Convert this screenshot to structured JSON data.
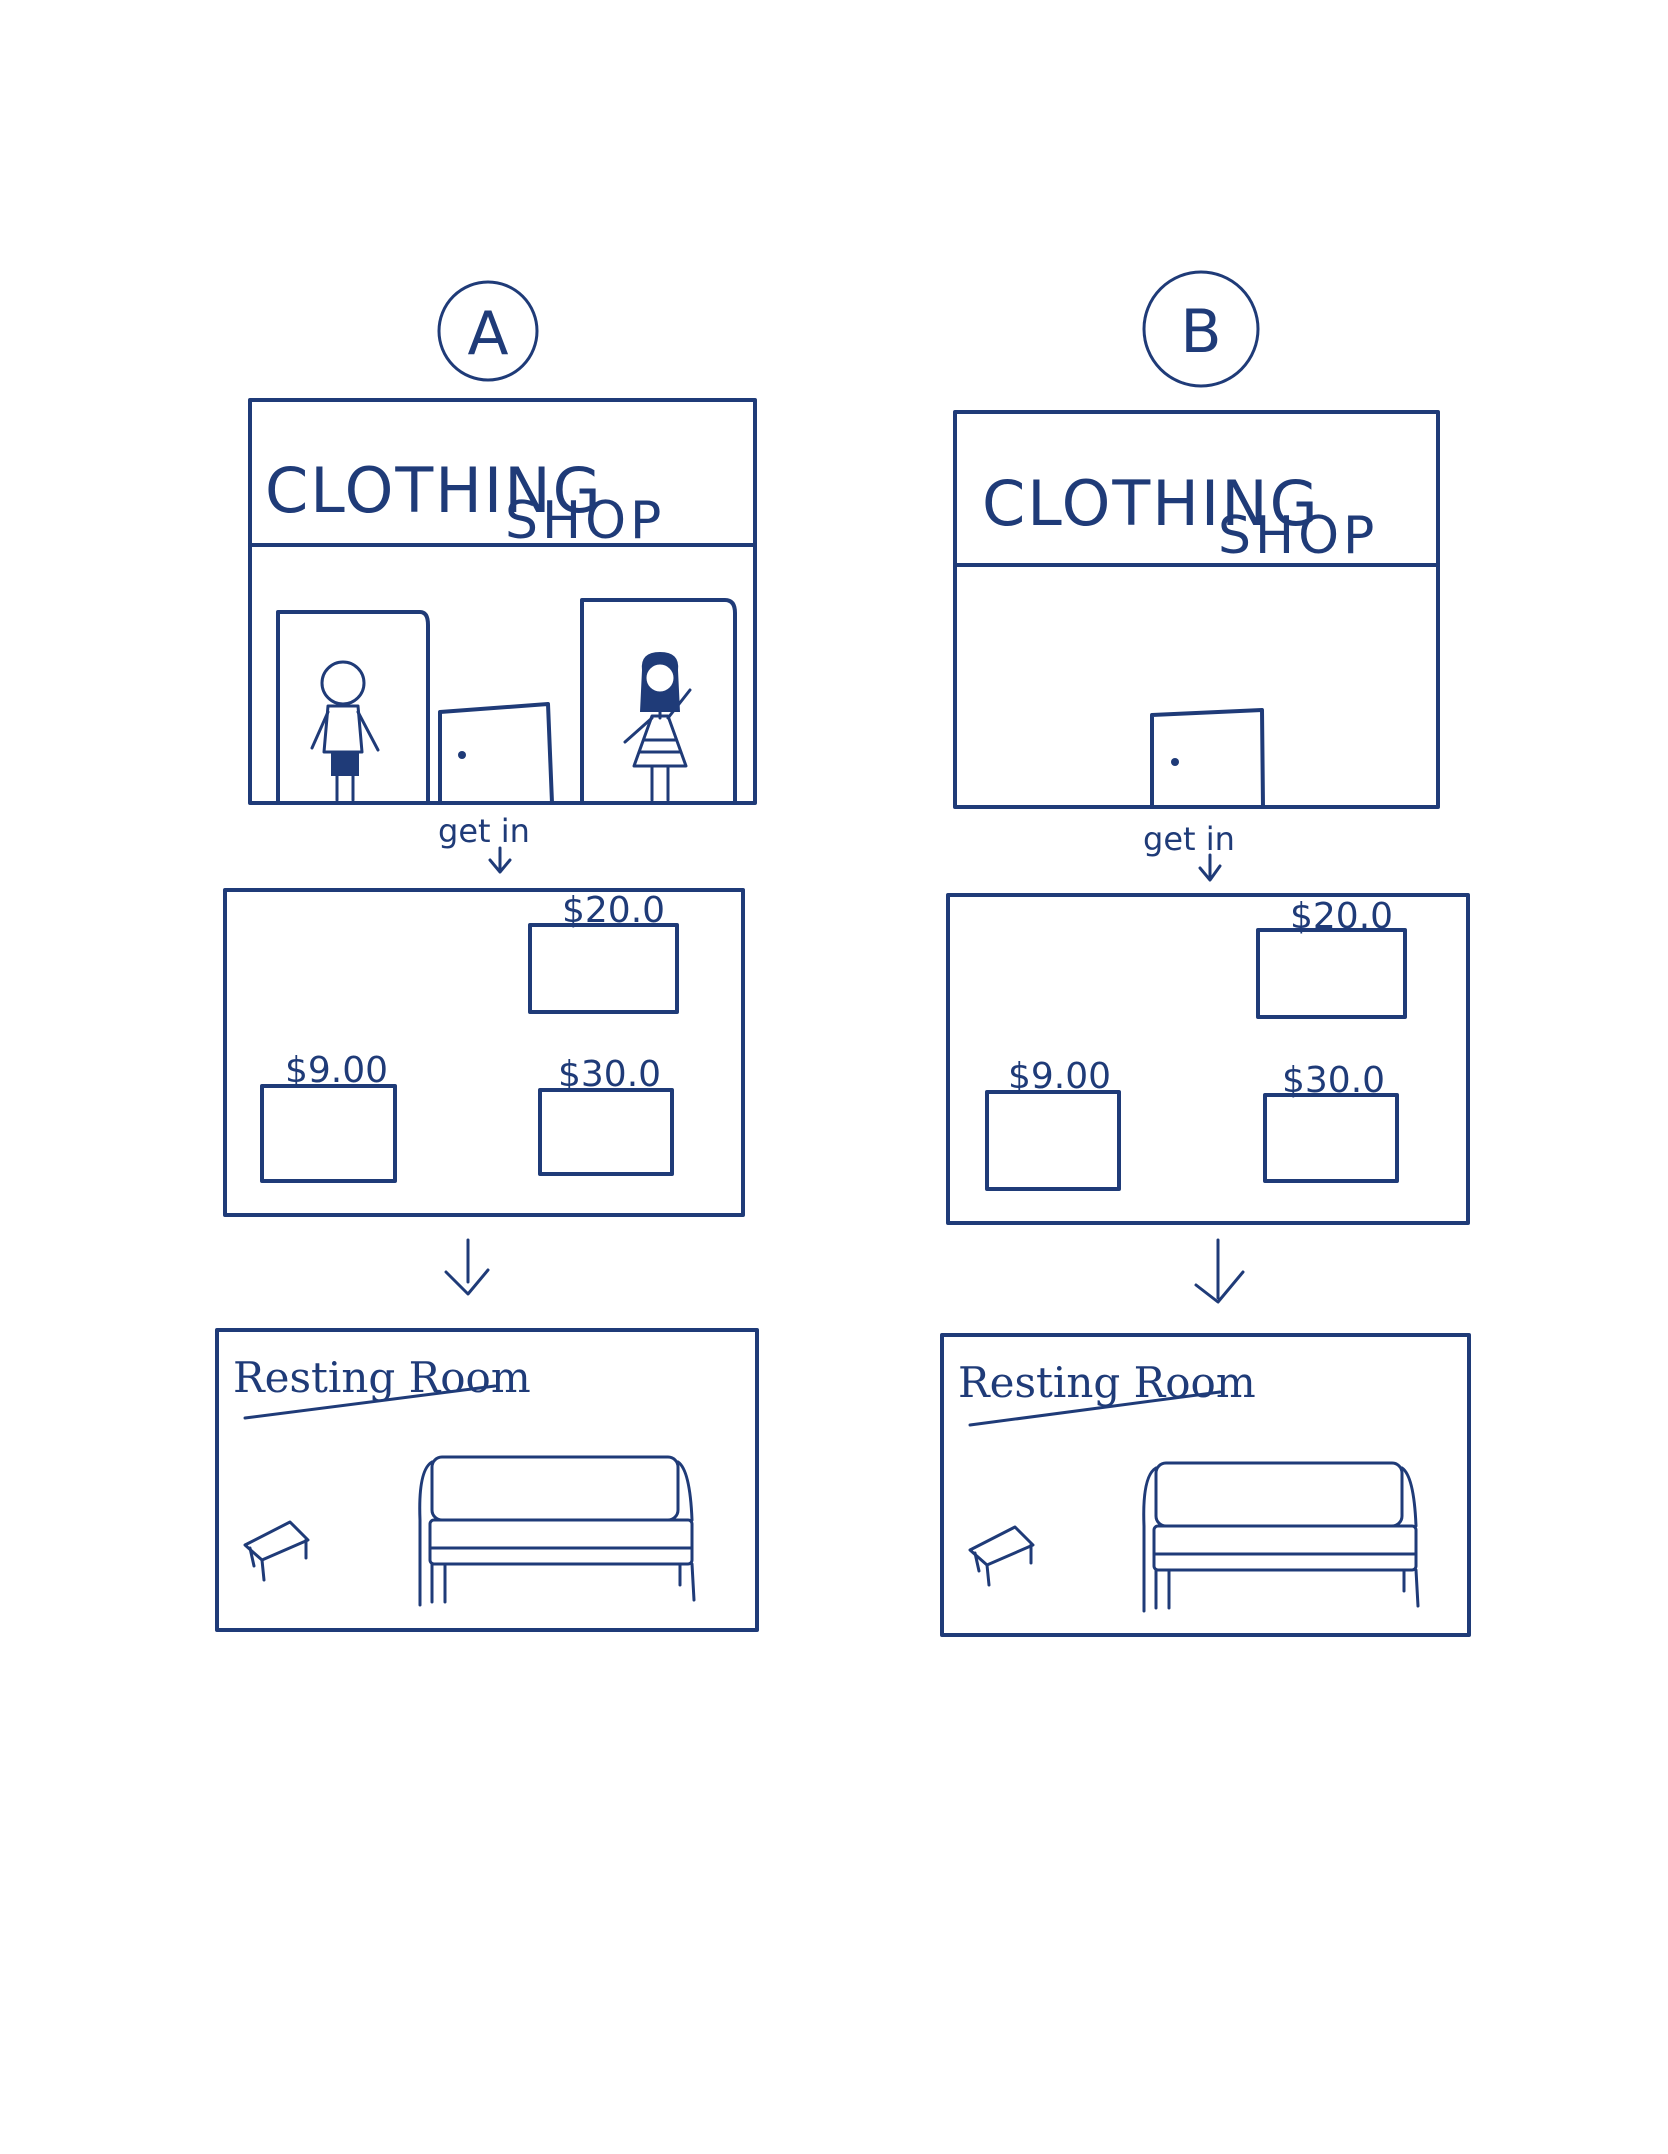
{
  "colors": {
    "ink": "#1f3b78",
    "paper": "#ffffff"
  },
  "panels": [
    {
      "label": "A",
      "shop_sign": {
        "line1": "CLOTHING",
        "line2": "SHOP"
      },
      "get_in": "get in",
      "prices": {
        "top": "$20.0",
        "left": "$9.00",
        "right": "$30.0"
      },
      "room_title": "Resting Room"
    },
    {
      "label": "B",
      "shop_sign": {
        "line1": "CLOTHING",
        "line2": "SHOP"
      },
      "get_in": "get in",
      "prices": {
        "top": "$20.0",
        "left": "$9.00",
        "right": "$30.0"
      },
      "room_title": "Resting Room"
    }
  ]
}
